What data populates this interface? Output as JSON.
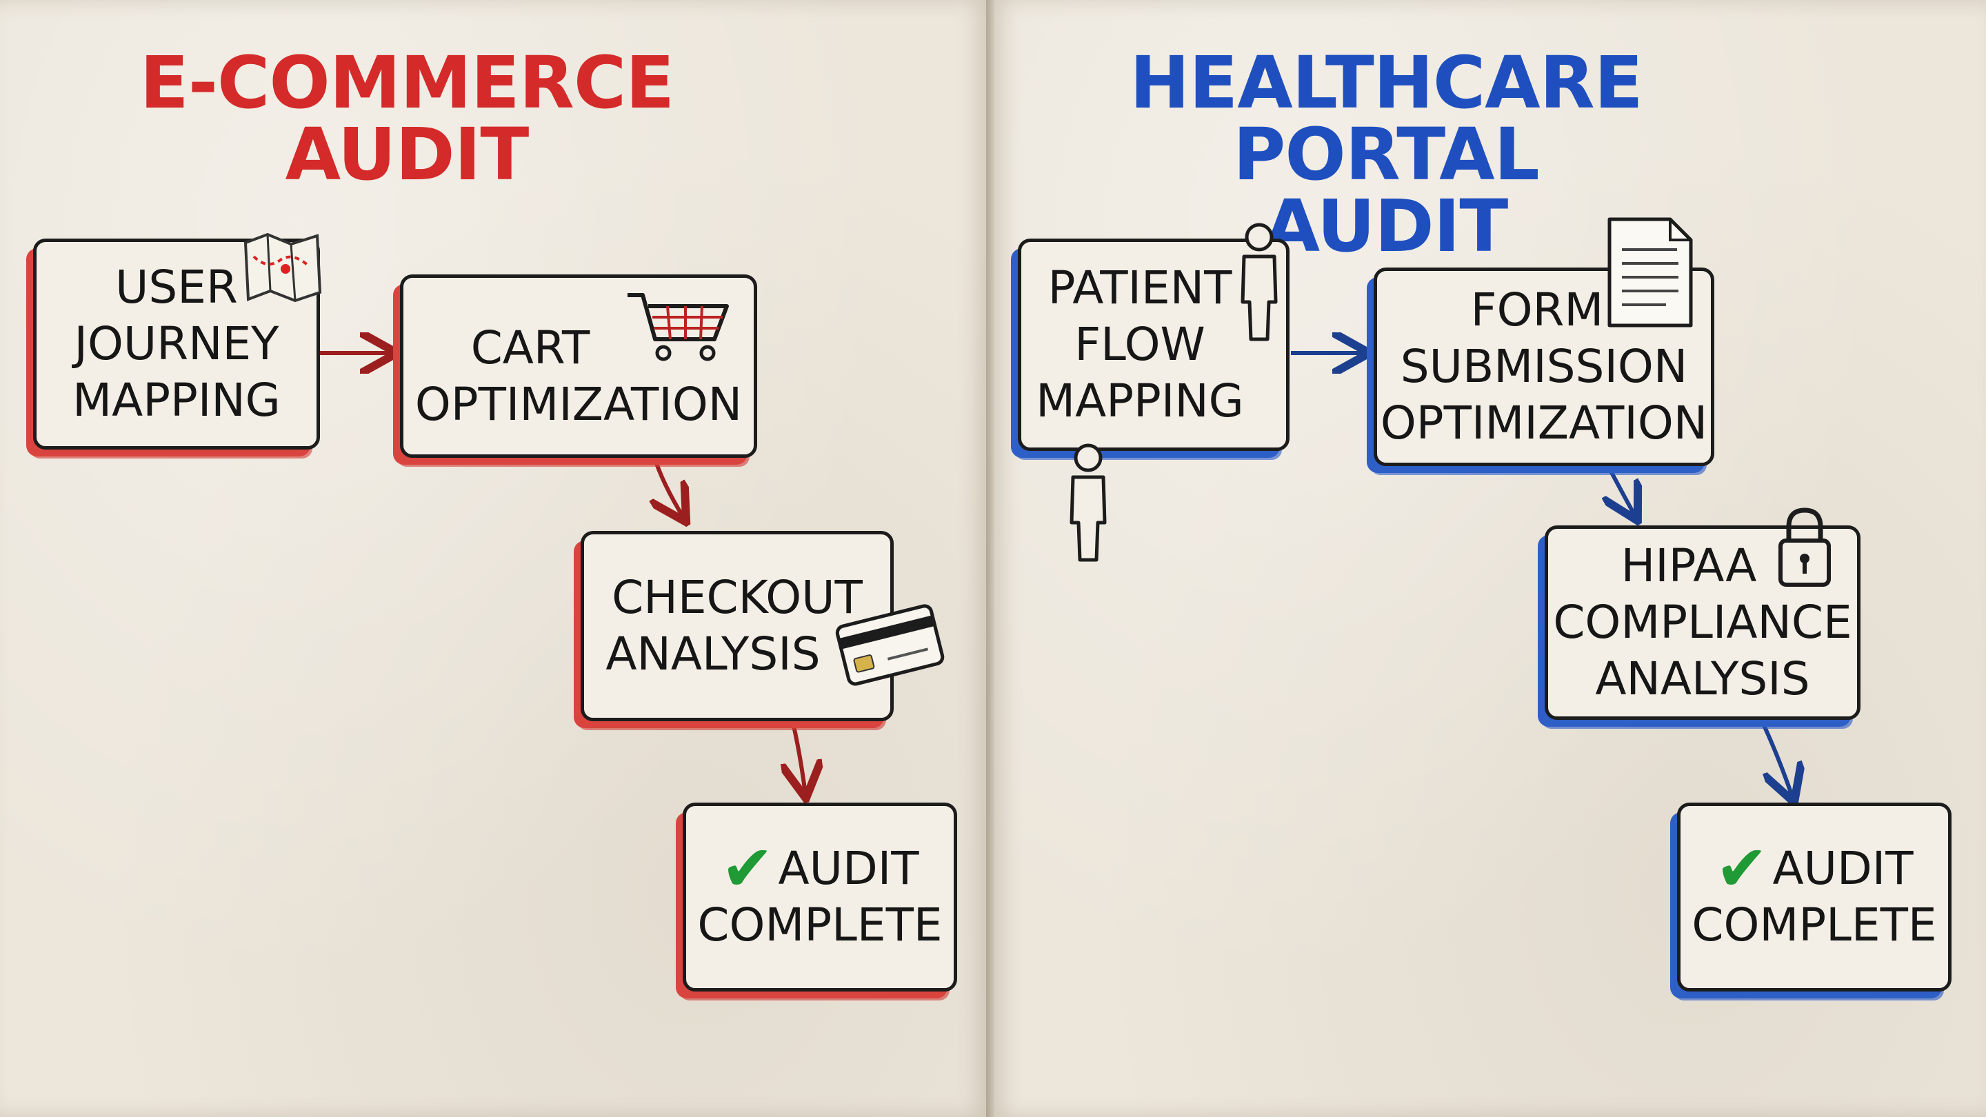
{
  "left": {
    "title_lines": [
      "E-COMMERCE",
      "AUDIT"
    ],
    "color": "#d42a2a",
    "steps": [
      [
        "USER",
        "JOURNEY",
        "MAPPING"
      ],
      [
        "CART",
        "OPTIMIZATION"
      ],
      [
        "CHECKOUT",
        "ANALYSIS"
      ],
      [
        "AUDIT",
        "COMPLETE"
      ]
    ],
    "icons": [
      "map-icon",
      "shopping-cart-icon",
      "credit-card-icon",
      "checkmark-icon"
    ]
  },
  "right": {
    "title_lines": [
      "HEALTHCARE",
      "PORTAL AUDIT"
    ],
    "color": "#1f4fbf",
    "steps": [
      [
        "PATIENT",
        "FLOW",
        "MAPPING"
      ],
      [
        "FORM",
        "SUBMISSION",
        "OPTIMIZATION"
      ],
      [
        "HIPAA",
        "COMPLIANCE",
        "ANALYSIS"
      ],
      [
        "AUDIT",
        "COMPLETE"
      ]
    ],
    "icons": [
      "person-icon",
      "document-icon",
      "padlock-icon",
      "checkmark-icon"
    ]
  }
}
